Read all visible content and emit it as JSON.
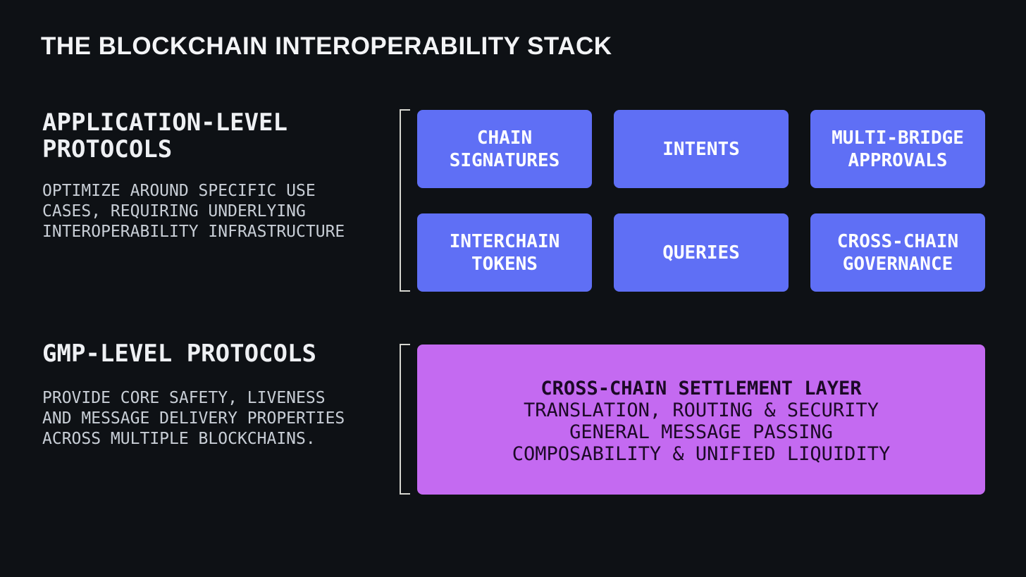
{
  "title": "THE BLOCKCHAIN INTEROPERABILITY STACK",
  "colors": {
    "background": "#0e1115",
    "box_blue": "#5f6ff5",
    "box_purple": "#c46af1",
    "heading_text": "#eef0f3",
    "body_text": "#c8ced6",
    "dark_text": "#1c0926",
    "bracket": "#d6d6d0"
  },
  "application_section": {
    "heading": "APPLICATION-LEVEL\nPROTOCOLS",
    "description": "OPTIMIZE AROUND SPECIFIC USE\nCASES, REQUIRING UNDERLYING\nINTEROPERABILITY INFRASTRUCTURE",
    "boxes": [
      "CHAIN\nSIGNATURES",
      "INTENTS",
      "MULTI-BRIDGE\nAPPROVALS",
      "INTERCHAIN\nTOKENS",
      "QUERIES",
      "CROSS-CHAIN\nGOVERNANCE"
    ]
  },
  "gmp_section": {
    "heading": "GMP-LEVEL PROTOCOLS",
    "description": "PROVIDE CORE SAFETY, LIVENESS\nAND MESSAGE DELIVERY PROPERTIES\nACROSS MULTIPLE BLOCKCHAINS.",
    "settlement_box": {
      "title": "CROSS-CHAIN SETTLEMENT LAYER",
      "lines": [
        "TRANSLATION, ROUTING & SECURITY",
        "GENERAL MESSAGE PASSING",
        "COMPOSABILITY & UNIFIED LIQUIDITY"
      ]
    }
  }
}
